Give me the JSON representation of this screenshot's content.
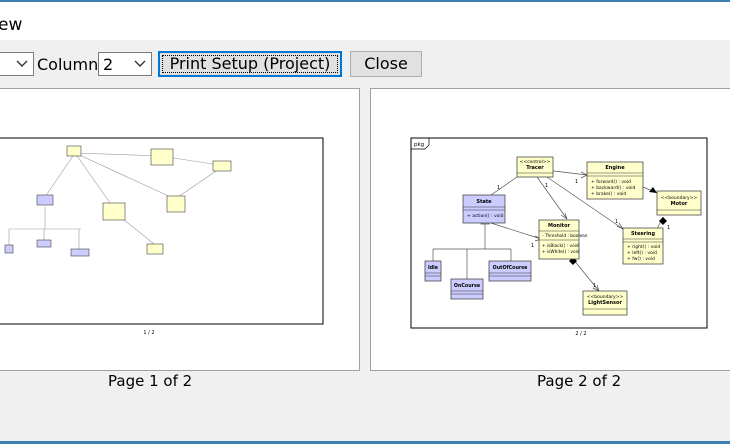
{
  "window": {
    "title_fragment": "ew"
  },
  "toolbar": {
    "first_select_value": "",
    "column_label": "Column",
    "column_value": "2",
    "print_setup_label": "Print Setup (Project)",
    "close_label": "Close"
  },
  "pages": [
    {
      "label": "Page 1 of 2",
      "footer": "1 / 2"
    },
    {
      "label": "Page 2 of 2",
      "footer": "2 / 2",
      "frame_tag": "pkg",
      "classes": {
        "tracer": {
          "stereotype": "<<control>>",
          "name": "Tracer"
        },
        "engine": {
          "name": "Engine",
          "ops": [
            "+ forward() : void",
            "+ backward() : void",
            "+ brake() : void"
          ]
        },
        "motor": {
          "stereotype": "<<boundary>>",
          "name": "Motor"
        },
        "state": {
          "name": "State",
          "ops": [
            "+ action() : void"
          ]
        },
        "monitor": {
          "name": "Monitor",
          "attrs": [
            "- Threshold : boolean"
          ],
          "ops": [
            "+ isBlack() : void",
            "+ isWhite() : void"
          ]
        },
        "steering": {
          "name": "Steering",
          "ops": [
            "+ right() : void",
            "+ left() : void",
            "+ fw() : void"
          ]
        },
        "idle": {
          "name": "Idle"
        },
        "oncourse": {
          "name": "OnCourse"
        },
        "outofcourse": {
          "name": "OutOfCourse"
        },
        "lightsensor": {
          "stereotype": "<<boundary>>",
          "name": "LightSensor"
        }
      },
      "multiplicities": [
        "1",
        "1",
        "1",
        "1",
        "1",
        "1",
        "1",
        "1"
      ]
    }
  ],
  "colors": {
    "class_fill": "#ffffcc",
    "state_fill": "#ccccff",
    "accent": "#0078d7"
  }
}
